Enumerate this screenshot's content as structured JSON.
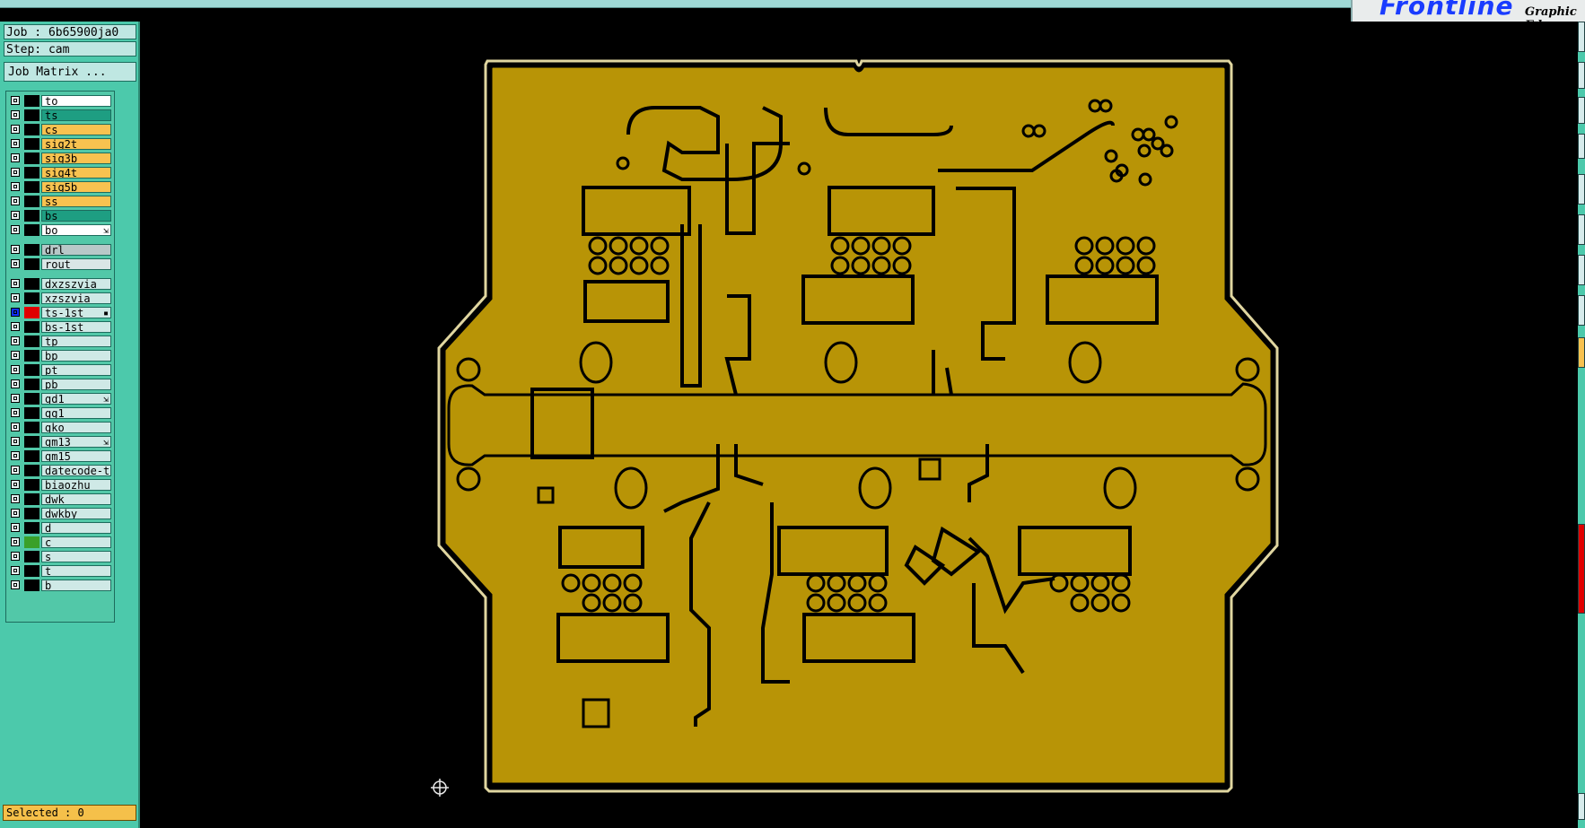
{
  "brand": {
    "logo": "Frontline",
    "tagline": "Graphic Ed"
  },
  "job": {
    "label": "Job : 6b65900ja0",
    "step": "Step: cam"
  },
  "job_matrix_label": "Job Matrix ...",
  "layers": [
    {
      "name": "to",
      "color": "#ffffff"
    },
    {
      "name": "ts",
      "color": "#1e9e82"
    },
    {
      "name": "cs",
      "color": "#f8c250"
    },
    {
      "name": "sig2t",
      "color": "#f8c250"
    },
    {
      "name": "sig3b",
      "color": "#f8c250"
    },
    {
      "name": "sig4t",
      "color": "#f8c250"
    },
    {
      "name": "sig5b",
      "color": "#f8c250"
    },
    {
      "name": "ss",
      "color": "#f8c250"
    },
    {
      "name": "bs",
      "color": "#1e9e82"
    },
    {
      "name": "bo",
      "color": "#ffffff",
      "mark": "⇲"
    },
    {
      "name": "drl",
      "color": "#b8c8c8"
    },
    {
      "name": "rout",
      "color": "#d9e6e6"
    },
    {
      "name": "dxzszvia",
      "color": "#cfe9e6"
    },
    {
      "name": "xzszvia",
      "color": "#cfe9e6"
    },
    {
      "name": "ts-1st",
      "color": "#cfe9e6",
      "mark": "▪",
      "swatch": "#e00000",
      "active": true
    },
    {
      "name": "bs-1st",
      "color": "#cfe9e6"
    },
    {
      "name": "tp",
      "color": "#cfe9e6"
    },
    {
      "name": "bp",
      "color": "#cfe9e6"
    },
    {
      "name": "pt",
      "color": "#cfe9e6"
    },
    {
      "name": "pb",
      "color": "#cfe9e6"
    },
    {
      "name": "gd1",
      "color": "#cfe9e6",
      "mark": "⇲"
    },
    {
      "name": "gg1",
      "color": "#cfe9e6"
    },
    {
      "name": "gko",
      "color": "#cfe9e6"
    },
    {
      "name": "gm13",
      "color": "#cfe9e6",
      "mark": "⇲"
    },
    {
      "name": "gm15",
      "color": "#cfe9e6"
    },
    {
      "name": "datecode-to",
      "color": "#cfe9e6"
    },
    {
      "name": "biaozhu",
      "color": "#cfe9e6"
    },
    {
      "name": "dwk",
      "color": "#cfe9e6"
    },
    {
      "name": "dwkby",
      "color": "#cfe9e6"
    },
    {
      "name": "d",
      "color": "#cfe9e6"
    },
    {
      "name": "c",
      "color": "#cfe9e6",
      "swatch": "#3aa02a"
    },
    {
      "name": "s",
      "color": "#cfe9e6"
    },
    {
      "name": "t",
      "color": "#cfe9e6"
    },
    {
      "name": "b",
      "color": "#cfe9e6"
    }
  ],
  "selected_label": "Selected : 0",
  "colors": {
    "copper": "#b89406",
    "board_outline": "#d8cc90",
    "trace": "#000000",
    "panel": "#4cc9ab",
    "highlight": "#f8c250"
  }
}
